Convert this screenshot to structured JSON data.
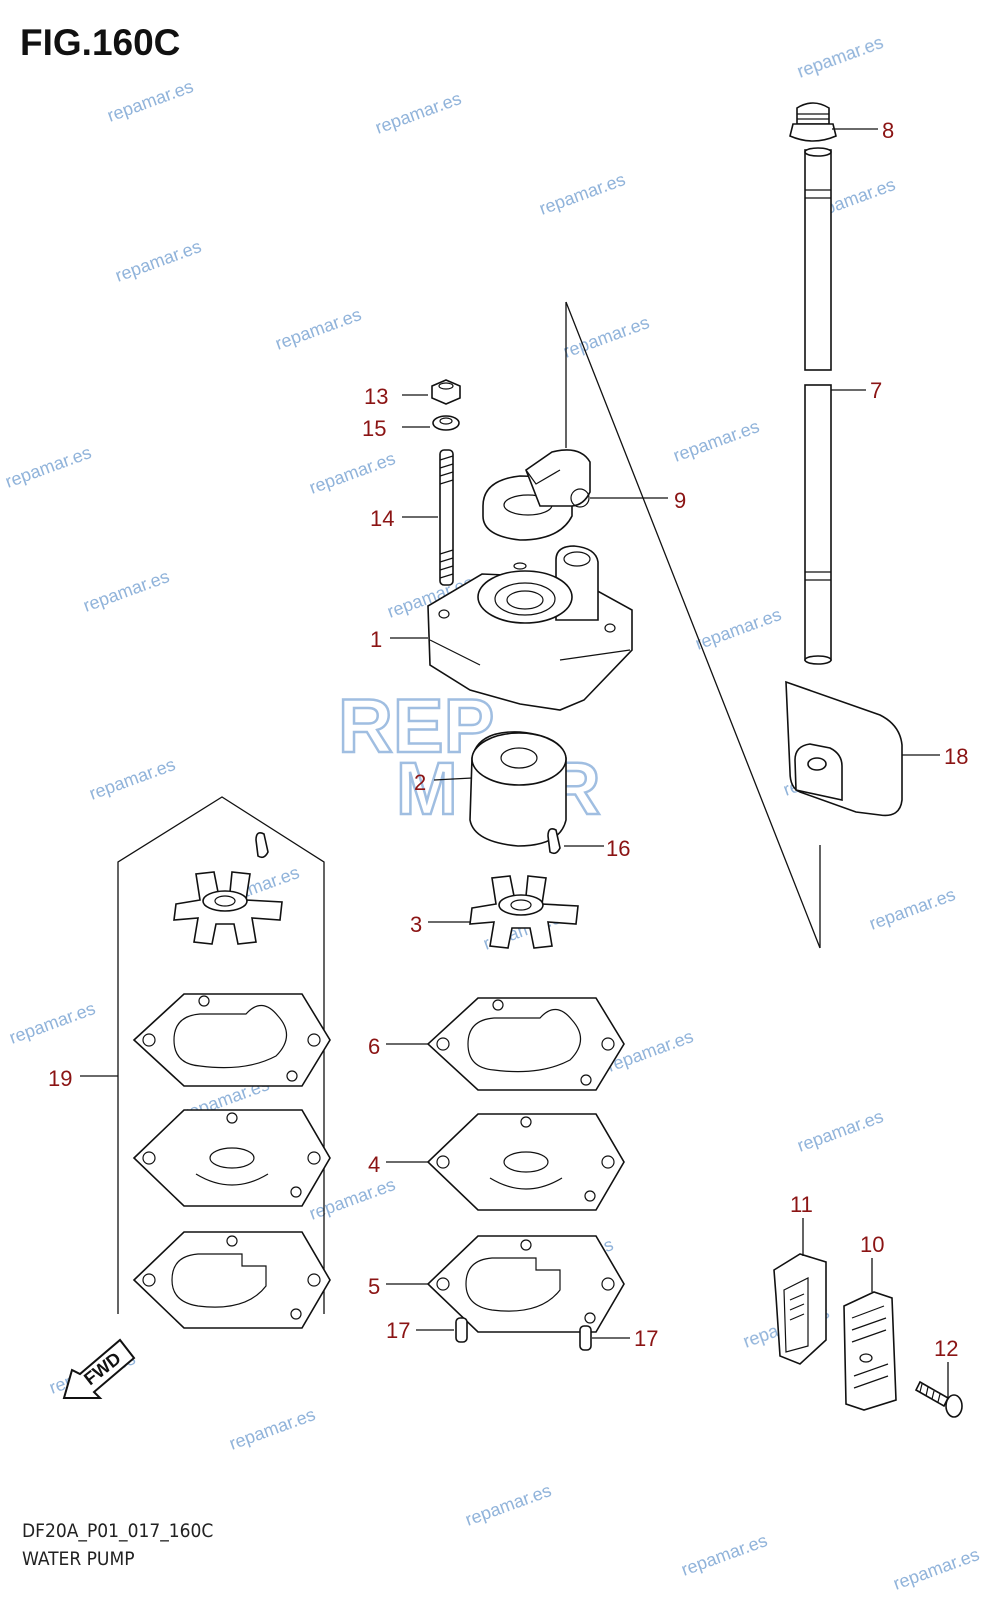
{
  "figure": {
    "title": "FIG.160C"
  },
  "footer": {
    "code": "DF20A_P01_017_160C",
    "name": "WATER PUMP"
  },
  "watermark": {
    "text": "repamar.es",
    "logo_top": "REP",
    "logo_bottom": "MAR"
  },
  "direction_label": "FWD",
  "callouts": [
    "1",
    "2",
    "3",
    "4",
    "5",
    "6",
    "7",
    "8",
    "9",
    "10",
    "11",
    "12",
    "13",
    "14",
    "15",
    "16",
    "17",
    "17",
    "18",
    "19"
  ],
  "colors": {
    "callout": "#8b1414",
    "watermark": "#7da6d4",
    "line": "#111111"
  }
}
